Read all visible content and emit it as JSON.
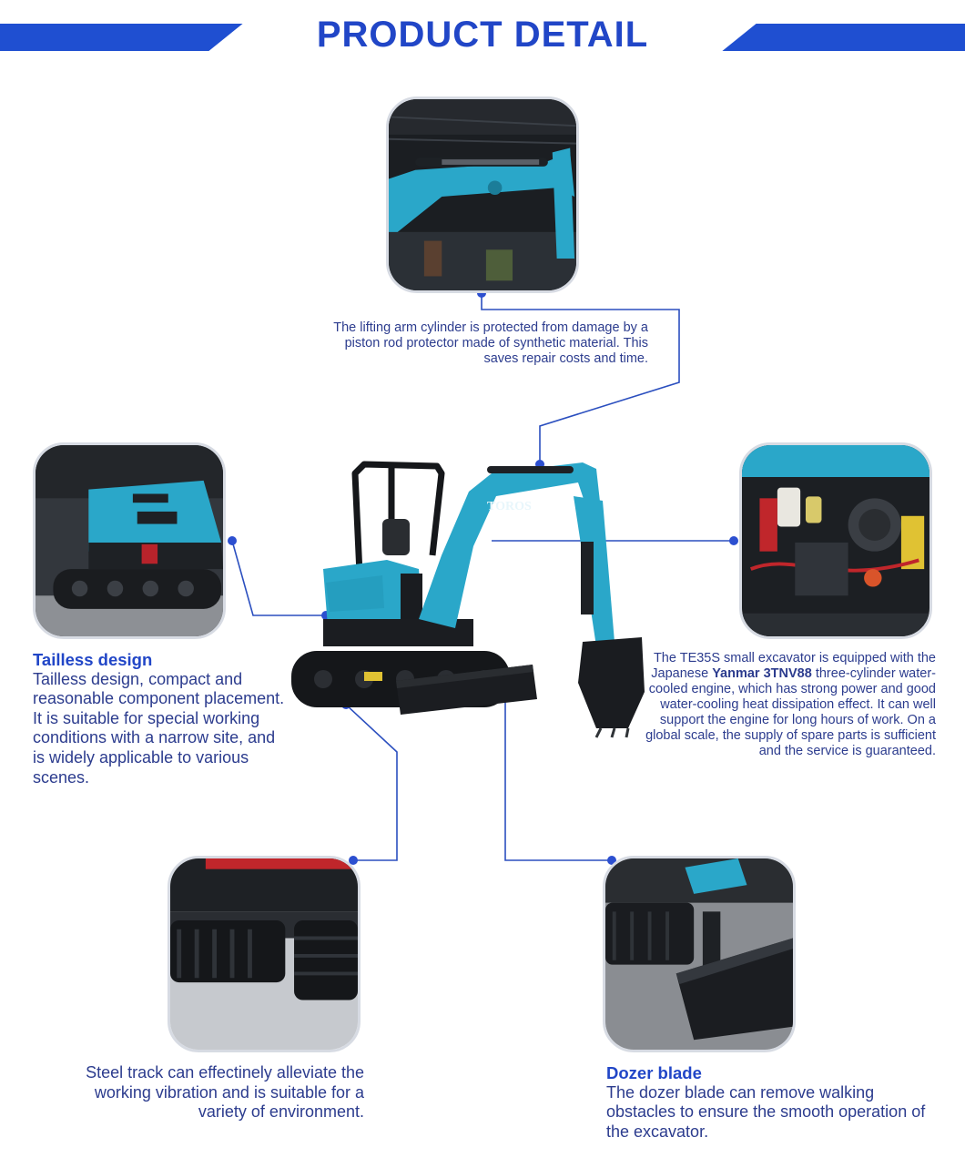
{
  "header": {
    "title": "PRODUCT DETAIL"
  },
  "callouts": {
    "arm": {
      "text": "The lifting arm cylinder is protected from damage by a piston rod protector made of synthetic material. This saves repair costs and time."
    },
    "tailless": {
      "title": "Tailless design",
      "text": "Tailless design, compact and reasonable component placement. It is suitable for special working conditions with a narrow site, and is widely applicable to various scenes."
    },
    "engine": {
      "text_before": "The TE35S small excavator is equipped with the Japanese ",
      "highlight": "Yanmar 3TNV88",
      "text_after": " three-cylinder water-cooled engine, which has strong power and good water-cooling heat dissipation effect. It can well support the engine for long hours of work. On a global scale, the supply of spare parts is sufficient and the service is guaranteed."
    },
    "track": {
      "text": "Steel track can effectinely alleviate the working vibration and is suitable for a variety of environment."
    },
    "dozer": {
      "title": "Dozer blade",
      "text": "The dozer blade can remove walking obstacles to ensure the smooth operation of the excavator."
    }
  },
  "machine": {
    "brand_text": "TOROS"
  },
  "colors": {
    "accent": "#1f4fd1",
    "text": "#2c3c8e",
    "machine": "#2aa7c9",
    "line": "#2b4fbf"
  }
}
